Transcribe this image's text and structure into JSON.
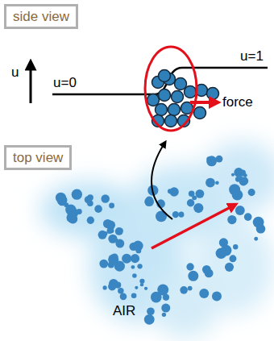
{
  "diagram": {
    "nodes": [
      {
        "text": [
          "side view"
        ]
      },
      {
        "text": [
          "top view"
        ]
      }
    ],
    "labels": [
      "u",
      "u=0",
      "u=1",
      "force",
      "AIR"
    ]
  }
}
